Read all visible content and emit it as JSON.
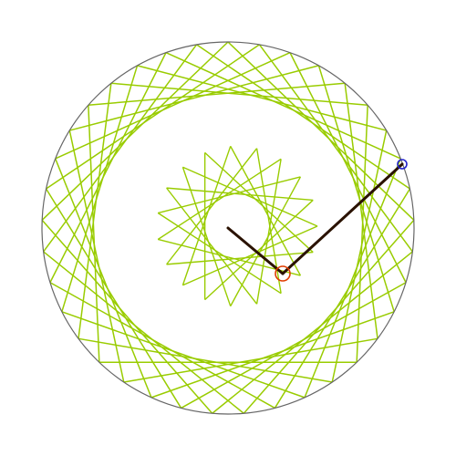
{
  "diagram": {
    "style": {
      "background": "#ffffff",
      "circle_stroke": "#666666",
      "string_color": "#99cc00",
      "arm_color": "#2a1200",
      "outer_marker_color": "#2222cc",
      "joint_marker_color": "#e03c00"
    },
    "pattern": {
      "kind": "string-art",
      "points_on_circle": 37,
      "step": 9
    },
    "arms": {
      "center_angle_deg": 270,
      "joint_angle_deg": -22
    }
  }
}
